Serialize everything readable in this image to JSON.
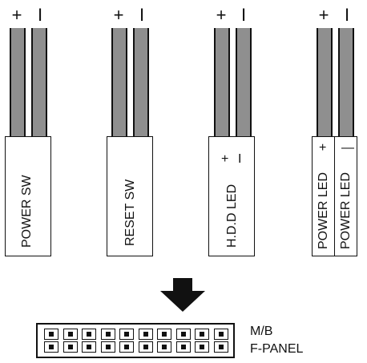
{
  "connectors": [
    {
      "label": "POWER  SW",
      "plus": "+",
      "minus": "I"
    },
    {
      "label": "RESET  SW",
      "plus": "+",
      "minus": "I"
    },
    {
      "label": "H.D.D LED",
      "plus": "+",
      "minus": "I",
      "inner_plus": "+",
      "inner_minus": "I"
    },
    {
      "label_plus": "POWER LED",
      "label_minus": "POWER LED",
      "plus": "+",
      "minus": "I",
      "inner_plus": "+",
      "inner_minus": "—"
    }
  ],
  "board": {
    "line1": "M/B",
    "line2": "F-PANEL"
  },
  "header_pins": 10,
  "colors": {
    "wire": "#8f8f8f",
    "line": "#111111"
  }
}
